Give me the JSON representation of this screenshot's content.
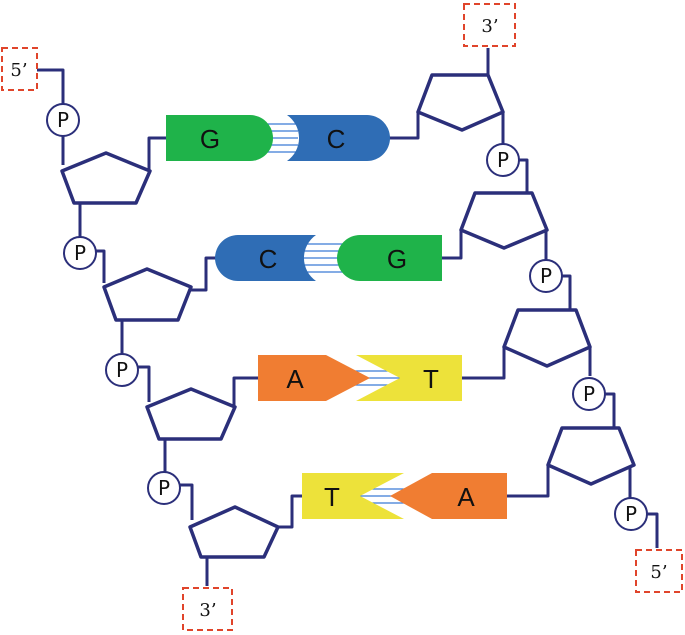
{
  "colors": {
    "backbone": "#2b2f7a",
    "G": "#1fb34a",
    "C": "#2f6db5",
    "A": "#f07d32",
    "T": "#ede23a",
    "terminal_border": "#e0452b",
    "hbond": "#3a7bd5"
  },
  "phosphate_label": "P",
  "terminals": {
    "left_top": "5’",
    "right_top": "3’",
    "left_bottom": "3’",
    "right_bottom": "5’"
  },
  "base_pairs": [
    {
      "left": "G",
      "right": "C"
    },
    {
      "left": "C",
      "right": "G"
    },
    {
      "left": "A",
      "right": "T"
    },
    {
      "left": "T",
      "right": "A"
    }
  ]
}
